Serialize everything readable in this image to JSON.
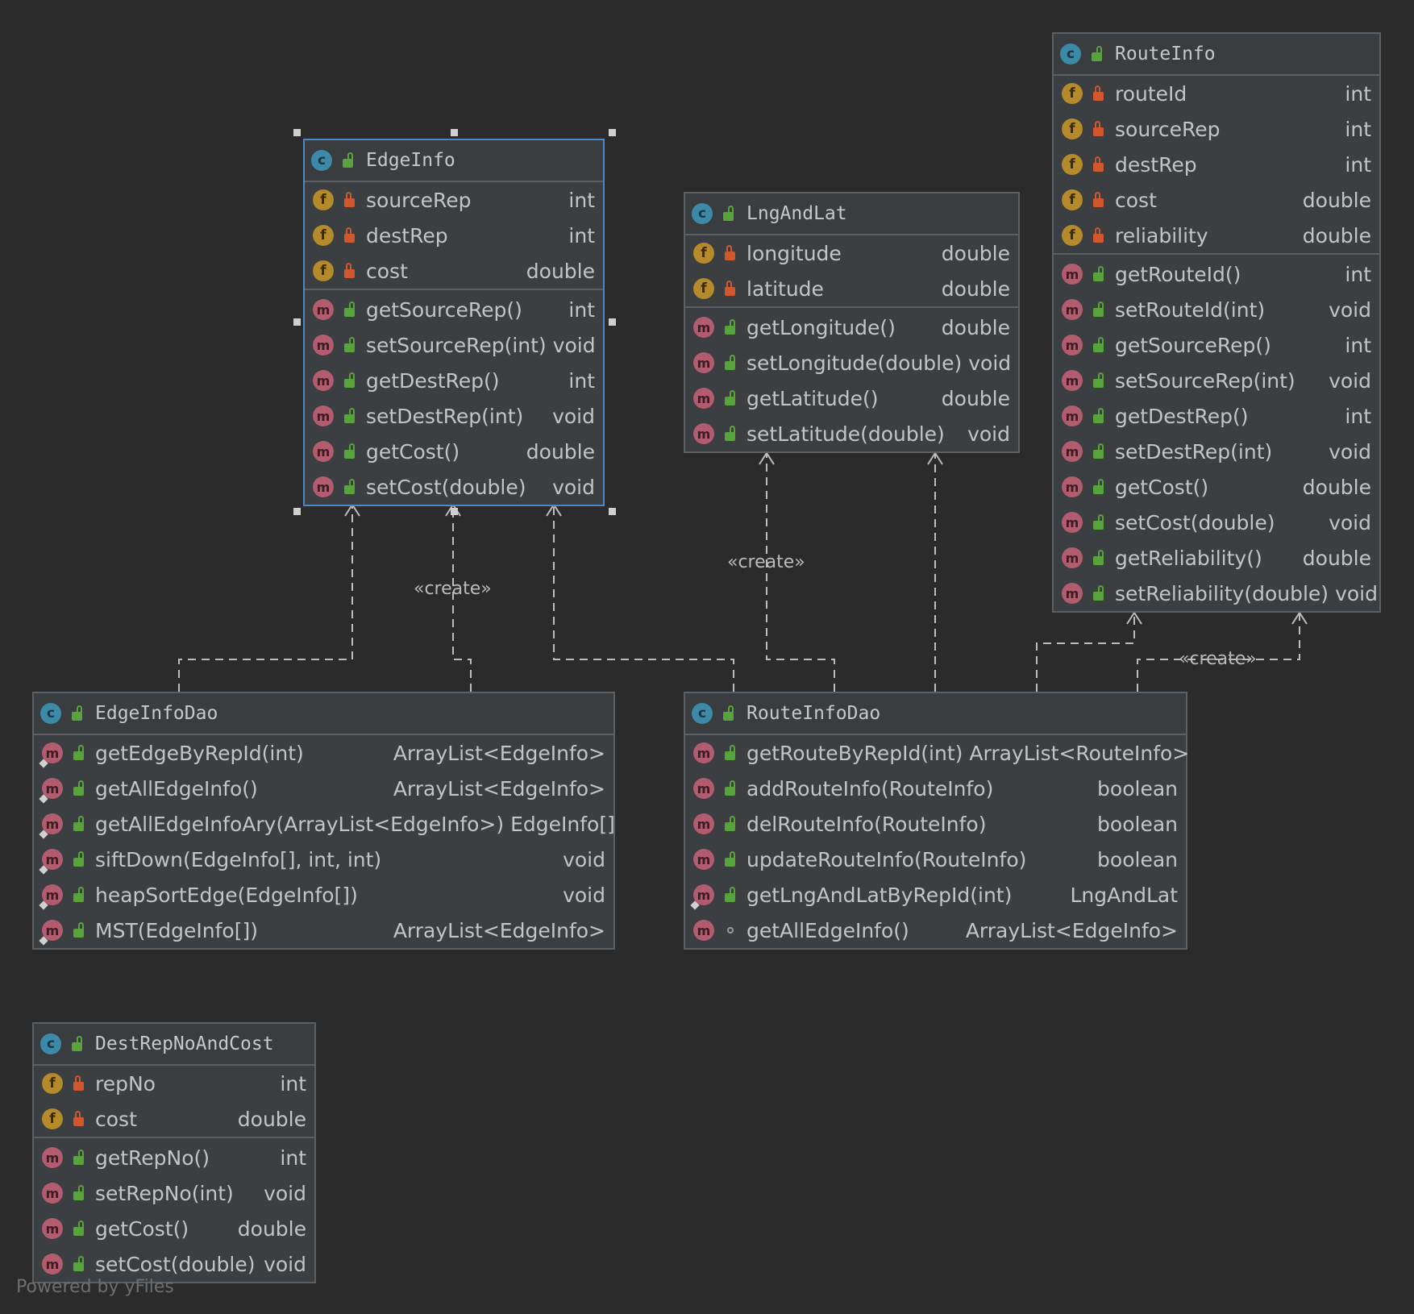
{
  "classes": {
    "edgeinfo": {
      "name": "EdgeInfo",
      "fields": [
        {
          "name": "sourceRep",
          "type": "int"
        },
        {
          "name": "destRep",
          "type": "int"
        },
        {
          "name": "cost",
          "type": "double"
        }
      ],
      "methods": [
        {
          "name": "getSourceRep()",
          "type": "int"
        },
        {
          "name": "setSourceRep(int)",
          "type": "void"
        },
        {
          "name": "getDestRep()",
          "type": "int"
        },
        {
          "name": "setDestRep(int)",
          "type": "void"
        },
        {
          "name": "getCost()",
          "type": "double"
        },
        {
          "name": "setCost(double)",
          "type": "void"
        }
      ]
    },
    "lngandlat": {
      "name": "LngAndLat",
      "fields": [
        {
          "name": "longitude",
          "type": "double"
        },
        {
          "name": "latitude",
          "type": "double"
        }
      ],
      "methods": [
        {
          "name": "getLongitude()",
          "type": "double"
        },
        {
          "name": "setLongitude(double)",
          "type": "void"
        },
        {
          "name": "getLatitude()",
          "type": "double"
        },
        {
          "name": "setLatitude(double)",
          "type": "void"
        }
      ]
    },
    "routeinfo": {
      "name": "RouteInfo",
      "fields": [
        {
          "name": "routeId",
          "type": "int"
        },
        {
          "name": "sourceRep",
          "type": "int"
        },
        {
          "name": "destRep",
          "type": "int"
        },
        {
          "name": "cost",
          "type": "double"
        },
        {
          "name": "reliability",
          "type": "double"
        }
      ],
      "methods": [
        {
          "name": "getRouteId()",
          "type": "int"
        },
        {
          "name": "setRouteId(int)",
          "type": "void"
        },
        {
          "name": "getSourceRep()",
          "type": "int"
        },
        {
          "name": "setSourceRep(int)",
          "type": "void"
        },
        {
          "name": "getDestRep()",
          "type": "int"
        },
        {
          "name": "setDestRep(int)",
          "type": "void"
        },
        {
          "name": "getCost()",
          "type": "double"
        },
        {
          "name": "setCost(double)",
          "type": "void"
        },
        {
          "name": "getReliability()",
          "type": "double"
        },
        {
          "name": "setReliability(double)",
          "type": "void"
        }
      ]
    },
    "edgeinfodao": {
      "name": "EdgeInfoDao",
      "fields": [],
      "methods": [
        {
          "name": "getEdgeByRepId(int)",
          "type": "ArrayList<EdgeInfo>"
        },
        {
          "name": "getAllEdgeInfo()",
          "type": "ArrayList<EdgeInfo>"
        },
        {
          "name": "getAllEdgeInfoAry(ArrayList<EdgeInfo>)",
          "type": "EdgeInfo[]"
        },
        {
          "name": "siftDown(EdgeInfo[], int, int)",
          "type": "void"
        },
        {
          "name": "heapSortEdge(EdgeInfo[])",
          "type": "void"
        },
        {
          "name": "MST(EdgeInfo[])",
          "type": "ArrayList<EdgeInfo>"
        }
      ]
    },
    "routeinfodao": {
      "name": "RouteInfoDao",
      "fields": [],
      "methods": [
        {
          "name": "getRouteByRepId(int)",
          "type": "ArrayList<RouteInfo>"
        },
        {
          "name": "addRouteInfo(RouteInfo)",
          "type": "boolean"
        },
        {
          "name": "delRouteInfo(RouteInfo)",
          "type": "boolean"
        },
        {
          "name": "updateRouteInfo(RouteInfo)",
          "type": "boolean"
        },
        {
          "name": "getLngAndLatByRepId(int)",
          "type": "LngAndLat"
        },
        {
          "name": "getAllEdgeInfo()",
          "type": "ArrayList<EdgeInfo>"
        }
      ]
    },
    "destrepnoandcost": {
      "name": "DestRepNoAndCost",
      "fields": [
        {
          "name": "repNo",
          "type": "int"
        },
        {
          "name": "cost",
          "type": "double"
        }
      ],
      "methods": [
        {
          "name": "getRepNo()",
          "type": "int"
        },
        {
          "name": "setRepNo(int)",
          "type": "void"
        },
        {
          "name": "getCost()",
          "type": "double"
        },
        {
          "name": "setCost(double)",
          "type": "void"
        }
      ]
    }
  },
  "edge_labels": [
    "«create»",
    "«create»",
    "«create»"
  ],
  "watermark": "Powered by yFiles",
  "colors": {
    "background": "#2b2b2b",
    "node_fill": "#3c3f41",
    "node_border": "#5d6063",
    "selected_border": "#4a88c7",
    "class_badge": "#3d8aa8",
    "field_badge": "#b58a2b",
    "method_badge": "#b25c70",
    "private_lock": "#d1582e",
    "public_lock": "#59a33d"
  }
}
